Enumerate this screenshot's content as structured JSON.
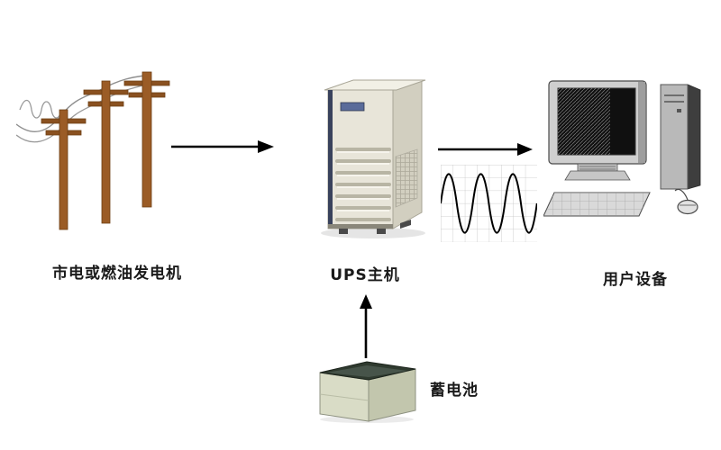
{
  "diagram": {
    "labels": {
      "source": "市电或燃油发电机",
      "ups": "UPS主机",
      "user": "用户设备",
      "battery": "蓄电池"
    },
    "flow": [
      {
        "from": "市电或燃油发电机",
        "to": "UPS主机",
        "connector": "arrow-right"
      },
      {
        "from": "UPS主机",
        "to": "用户设备",
        "connector": "arrow-right-with-sine-wave"
      },
      {
        "from": "蓄电池",
        "to": "UPS主机",
        "connector": "arrow-up"
      }
    ],
    "illustrations": {
      "source": "utility-power-poles",
      "ups": "ups-tower-unit",
      "user": "desktop-computer-monitor-keyboard-mouse-tower",
      "battery": "battery-box",
      "wave": "sine-wave-on-grid"
    },
    "colors": {
      "background": "#ffffff",
      "arrow": "#000000",
      "label_text": "#1a1a1a",
      "pole_brown": "#9b5c26",
      "ups_body": "#e8e5d9",
      "ups_accent": "#39425c",
      "battery_top": "#2f3a2f",
      "battery_body": "#d9dcc6",
      "wave_line": "#000000",
      "wave_grid": "#c4c4c4"
    }
  }
}
